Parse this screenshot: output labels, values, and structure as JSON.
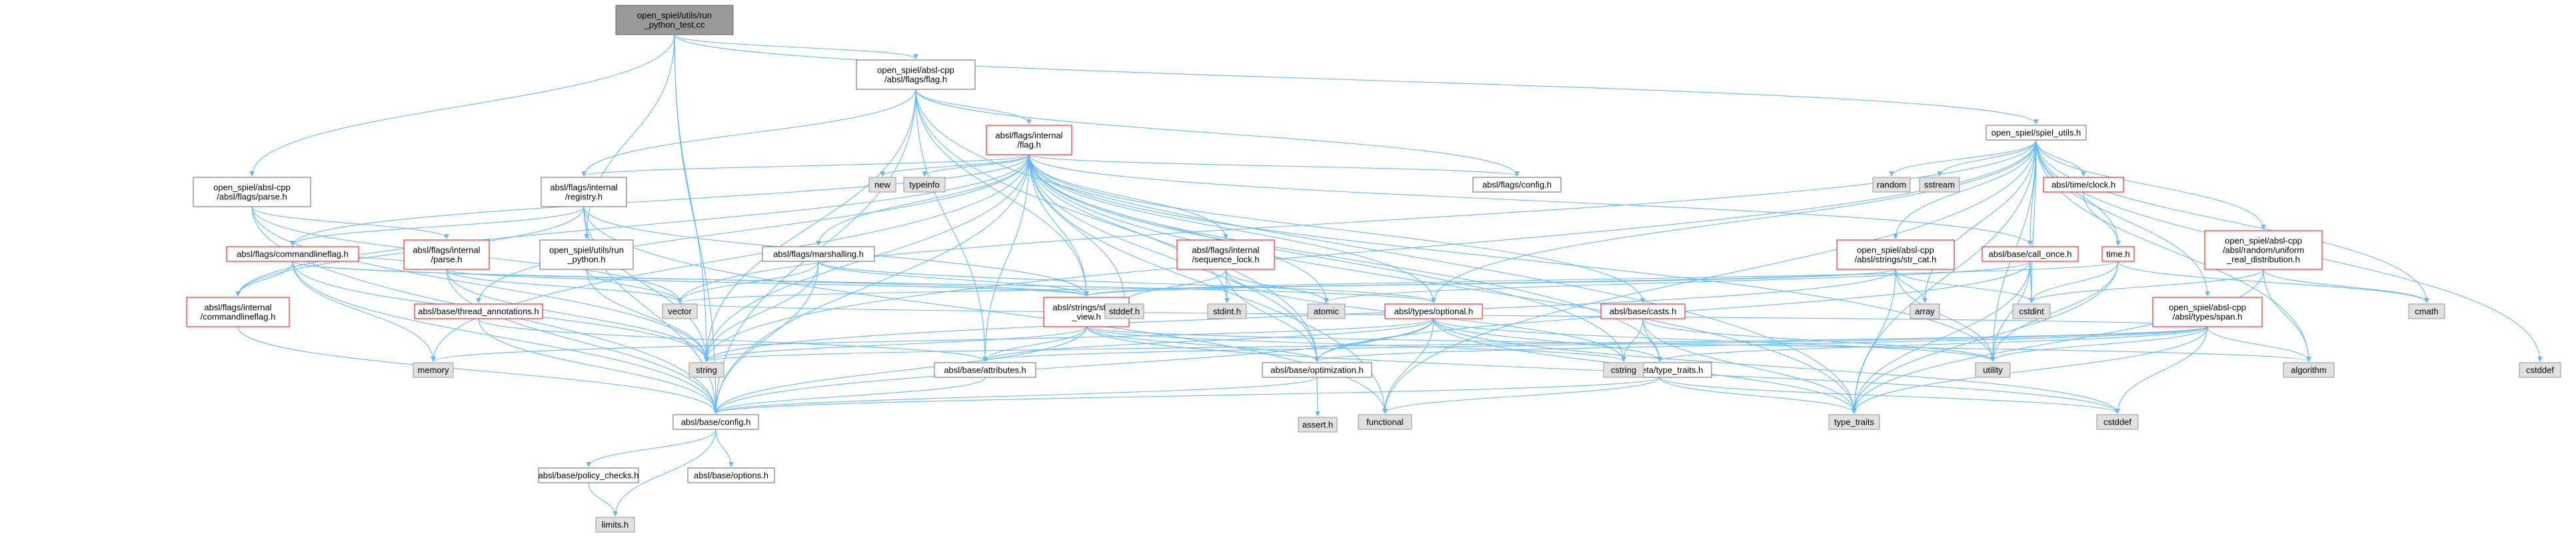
{
  "colors": {
    "edge": "#63b8ff",
    "box_fill_white": "#ffffff",
    "box_fill_gray": "#e0e0e0",
    "box_fill_root": "#999999",
    "border_red": "#ff0000",
    "border_gray": "#999999",
    "border_dark": "#666666"
  },
  "nodes": {
    "root": [
      "open_spiel/utils/run",
      "_python_test.cc"
    ],
    "flagh": [
      "open_spiel/absl-cpp",
      "/absl/flags/flag.h"
    ],
    "spielutils": [
      "open_spiel/spiel_utils.h"
    ],
    "parseh": [
      "open_spiel/absl-cpp",
      "/absl/flags/parse.h"
    ],
    "runpy": [
      "open_spiel/utils/run",
      "_python.h"
    ],
    "internal_flag": [
      "absl/flags/internal",
      "/flag.h"
    ],
    "registry": [
      "absl/flags/internal",
      "/registry.h"
    ],
    "marshalling": [
      "absl/flags/marshalling.h"
    ],
    "seqlock": [
      "absl/flags/internal",
      "/sequence_lock.h"
    ],
    "flagsconfig": [
      "absl/flags/config.h"
    ],
    "commandlineflag": [
      "absl/flags/commandlineflag.h"
    ],
    "internal_commandlineflag": [
      "absl/flags/internal",
      "/commandlineflag.h"
    ],
    "internal_parse": [
      "absl/flags/internal",
      "/parse.h"
    ],
    "thread_ann": [
      "absl/base/thread_annotations.h"
    ],
    "string_view": [
      "absl/strings/string",
      "_view.h"
    ],
    "optional": [
      "absl/types/optional.h"
    ],
    "casts": [
      "absl/base/casts.h"
    ],
    "str_cat": [
      "open_spiel/absl-cpp",
      "/absl/strings/str_cat.h"
    ],
    "call_once": [
      "absl/base/call_once.h"
    ],
    "timeh": [
      "time.h"
    ],
    "clockh": [
      "absl/time/clock.h"
    ],
    "spanh": [
      "open_spiel/absl-cpp",
      "/absl/types/span.h"
    ],
    "uniform": [
      "open_spiel/absl-cpp",
      "/absl/random/uniform",
      "_real_distribution.h"
    ],
    "attributes": [
      "absl/base/attributes.h"
    ],
    "optimization": [
      "absl/base/optimization.h"
    ],
    "type_traits_meta": [
      "absl/meta/type_traits.h"
    ],
    "configh": [
      "absl/base/config.h"
    ],
    "policy": [
      "absl/base/policy_checks.h"
    ],
    "options": [
      "absl/base/options.h"
    ],
    "limits": [
      "limits.h"
    ],
    "asserth": [
      "assert.h"
    ],
    "functional": [
      "functional"
    ],
    "type_traits": [
      "type_traits"
    ],
    "cstddef_low": [
      "cstddef"
    ],
    "utility": [
      "utility"
    ],
    "algorithm": [
      "algorithm"
    ],
    "cstring": [
      "cstring"
    ],
    "string": [
      "string"
    ],
    "memory": [
      "memory"
    ],
    "vector": [
      "vector"
    ],
    "stddefh": [
      "stddef.h"
    ],
    "stdinth": [
      "stdint.h"
    ],
    "atomic": [
      "atomic"
    ],
    "array": [
      "array"
    ],
    "cstdint": [
      "cstdint"
    ],
    "cmath": [
      "cmath"
    ],
    "cstddef_right": [
      "cstddef"
    ],
    "newh": [
      "new"
    ],
    "typeinfo": [
      "typeinfo"
    ],
    "random": [
      "random"
    ],
    "sstream": [
      "sstream"
    ]
  }
}
